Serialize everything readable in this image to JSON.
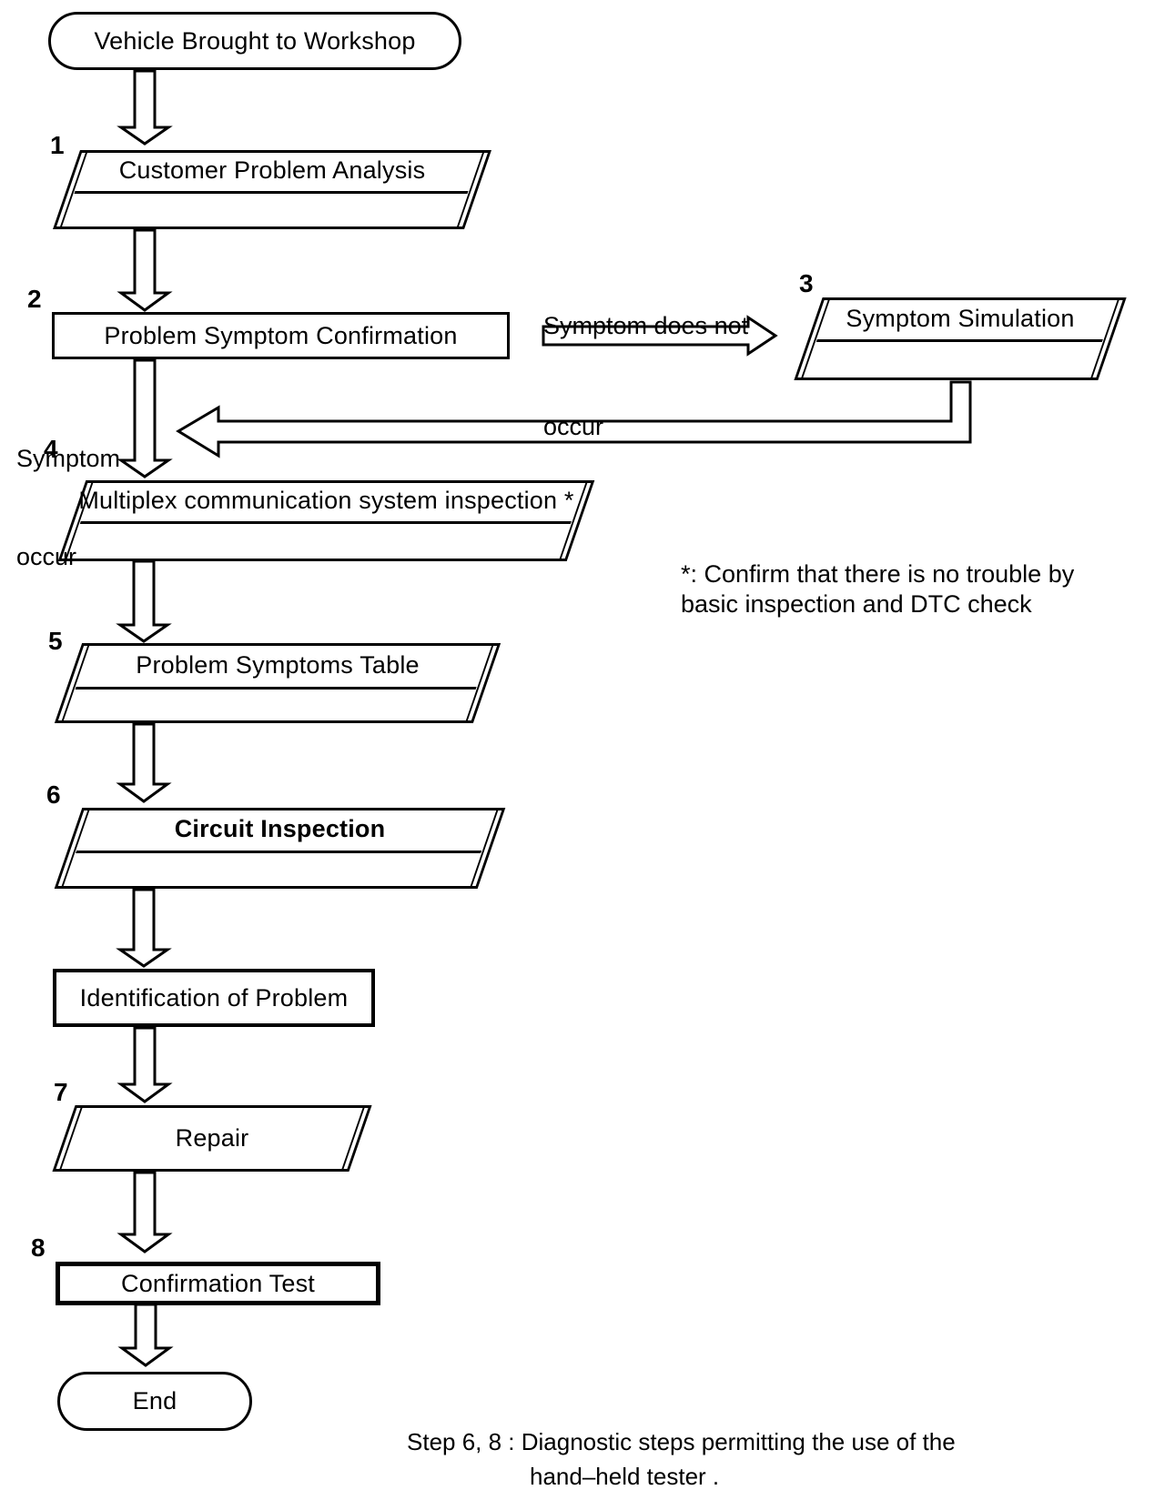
{
  "title": "Vehicle diagnostic workflow flowchart",
  "colors": {
    "ink": "#000000",
    "paper": "#ffffff"
  },
  "nodes": {
    "start": {
      "label": "Vehicle Brought to Workshop",
      "shape": "stadium"
    },
    "step1": {
      "num": "1",
      "label": "Customer Problem Analysis",
      "shape": "parallelogram"
    },
    "step2": {
      "num": "2",
      "label": "Problem Symptom Confirmation",
      "shape": "rect"
    },
    "step3": {
      "num": "3",
      "label": "Symptom Simulation",
      "shape": "parallelogram"
    },
    "step4": {
      "num": "4",
      "label": "Multiplex communication system inspection *",
      "shape": "parallelogram"
    },
    "step5": {
      "num": "5",
      "label": "Problem Symptoms Table",
      "shape": "parallelogram"
    },
    "step6": {
      "num": "6",
      "label": "Circuit Inspection",
      "shape": "parallelogram"
    },
    "ident": {
      "label": "Identification of Problem",
      "shape": "rect"
    },
    "step7": {
      "num": "7",
      "label": "Repair",
      "shape": "parallelogram"
    },
    "step8": {
      "num": "8",
      "label": "Confirmation Test",
      "shape": "rect"
    },
    "end": {
      "label": "End",
      "shape": "stadium"
    }
  },
  "edge_labels": {
    "no_symptom": {
      "line1": "Symptom does not",
      "line2": "occur"
    },
    "symptom": {
      "line1": "Symptom",
      "line2": "occur"
    }
  },
  "notes": {
    "asterisk": {
      "line1": "*: Confirm that there is no trouble by",
      "line2": "basic inspection and DTC check"
    },
    "footer": {
      "line1": "Step 6, 8 : Diagnostic steps permitting the use of the",
      "line2": "hand–held tester ."
    }
  }
}
